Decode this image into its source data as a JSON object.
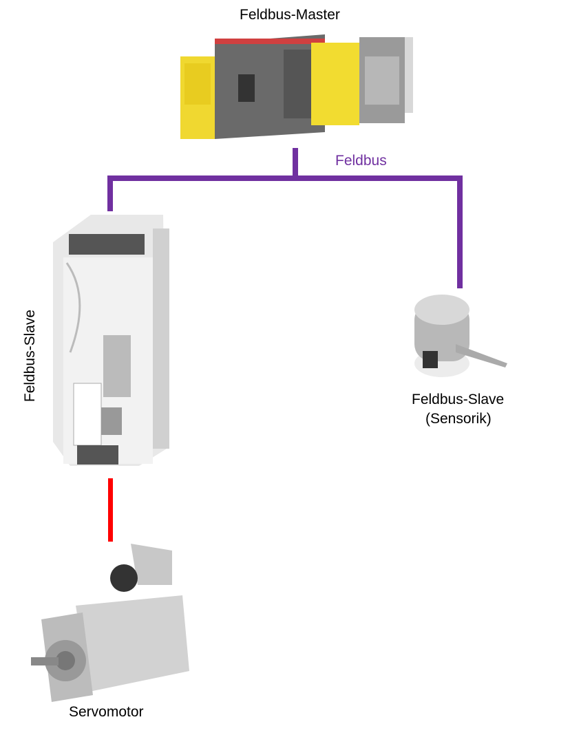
{
  "labels": {
    "master": "Feldbus-Master",
    "bus": "Feldbus",
    "slave_drive": "Feldbus-Slave",
    "slave_sensor_line1": "Feldbus-Slave",
    "slave_sensor_line2": "(Sensorik)",
    "motor": "Servomotor"
  },
  "colors": {
    "bus": "#7030A0",
    "power": "#FF0000"
  }
}
